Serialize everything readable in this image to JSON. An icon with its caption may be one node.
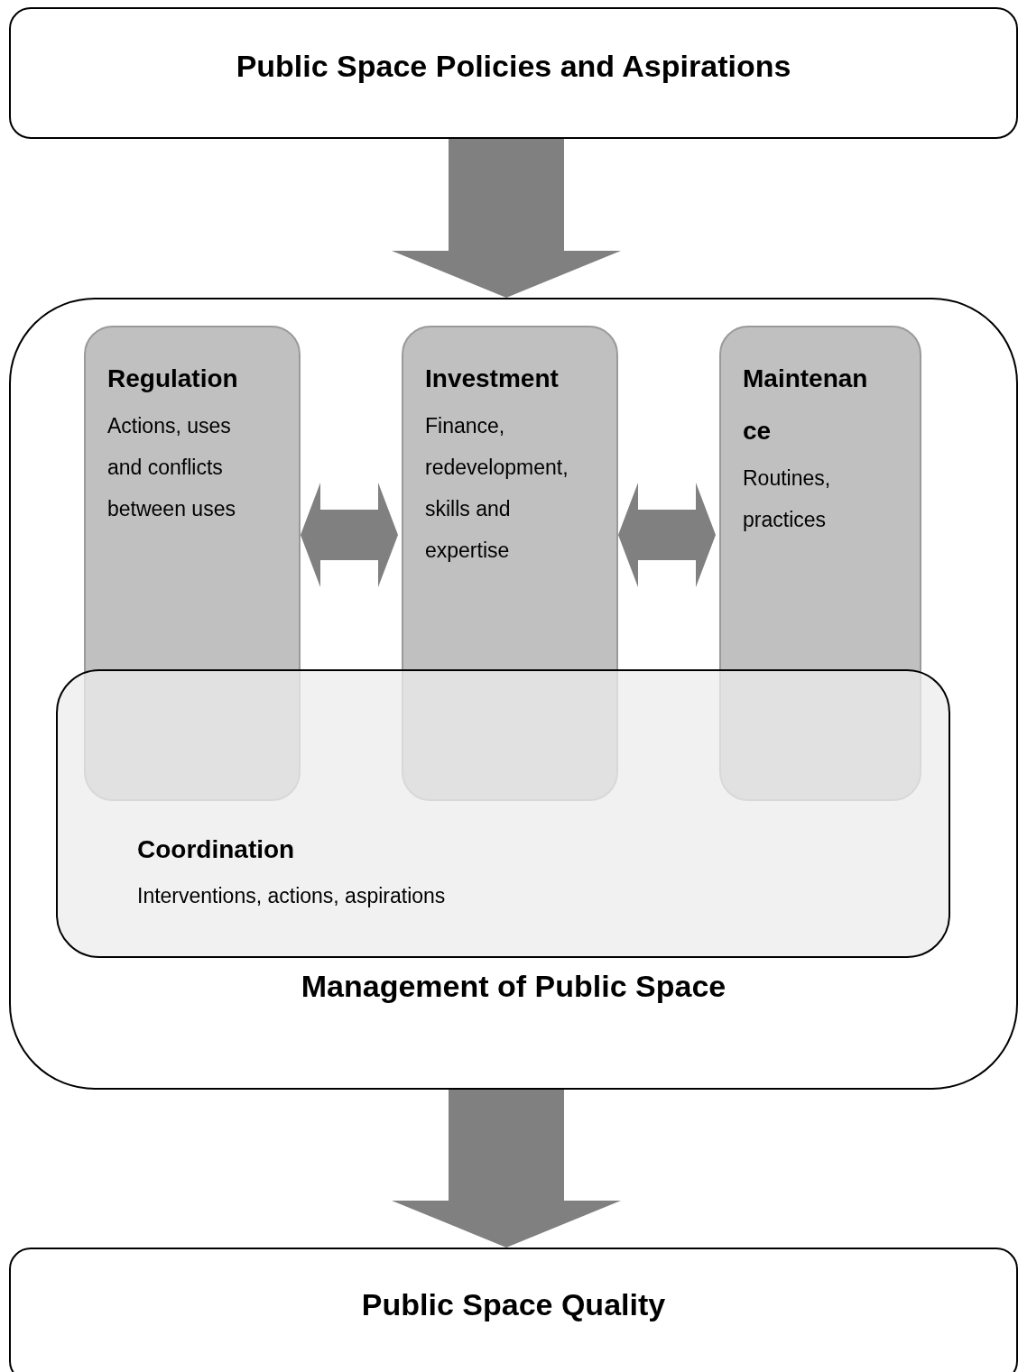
{
  "diagram": {
    "nodes": [
      {
        "text": [
          "Public Space Policies and Aspirations"
        ]
      },
      {
        "text": [
          "Management of Public Space"
        ]
      },
      {
        "text": [
          "Regulation",
          "Actions, uses and conflicts between uses"
        ],
        "in": 1
      },
      {
        "text": [
          "Investment",
          "Finance, redevelopment, skills and expertise"
        ],
        "in": 1
      },
      {
        "text": [
          "Maintenance",
          "Routines, practices"
        ],
        "in": 1
      },
      {
        "text": [
          "Coordination",
          "Interventions, actions, aspirations"
        ],
        "in": 1
      },
      {
        "text": [
          "Public Space Quality"
        ]
      }
    ],
    "edges": [
      {
        "from": 0,
        "to": 1,
        "arrow": "to",
        "style": "thick"
      },
      {
        "from": 2,
        "to": 3,
        "arrow": "both",
        "style": "thick"
      },
      {
        "from": 3,
        "to": 4,
        "arrow": "both",
        "style": "thick"
      },
      {
        "from": 1,
        "to": 6,
        "arrow": "to",
        "style": "thick"
      }
    ]
  }
}
